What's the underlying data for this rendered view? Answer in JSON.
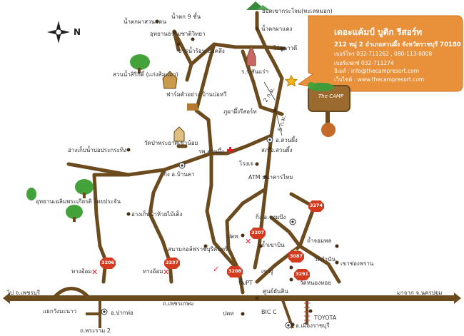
{
  "info_box": {
    "title": "เดอะแค้มป์ บูติก รีสอร์ท",
    "address": "212 หมู่ 2 อำเภอสวนผึ้ง  จังหวัดราชบุรี 70180",
    "phone": "เบอร์โทร 032-711262 , 080-113-8008",
    "fax": "เบอร์แฟกซ์ 032-711274",
    "email": "อีเมล์ : info@thecampresort.com",
    "website": "เว็บไซต์ : www.thecampresort.com",
    "sign_text": "The CAMP",
    "color": "#e8903a"
  },
  "compass": {
    "north": "N"
  },
  "places": {
    "kaeng_sodaeng": "น้ำตกผาสวนแดน",
    "mountain_top": "ยอดเขากระโจม(ทะเลหมอก)",
    "phachanthong": "น้ำตกผาแดง",
    "waterfall_9": "น้ำตก 9 ชั้น",
    "phuluangwan": "ไร่ภูนาวดี",
    "natl_park": "อุทยานธรรมชาติวิทยา",
    "hot_spring": "ธารน้ำร้อน บ่อคลึง",
    "hospital_area": "ร.ร.สันแร่ฯ",
    "suanphueng_park": "สวนน้ำสิริกิติ์ (แก่งส้มแมว)",
    "farm": "ฟาร์มตัวอย่าง บ้านบ่อหวี",
    "phuphaya": "ภูผาผึ้งรีสอร์ท",
    "wat": "วัดป่าพระธาตุเขาน้อย",
    "reservoir": "อ่างเก็บน้ำบ่อประกระทิง",
    "district_office": "อ.สวนผึ้ง",
    "hospital": "รพ.สวนผึ้ง",
    "police": "สภ.อ.สวนผึ้ง",
    "school": "โรงเจ",
    "branch_office": "กิ่ง อ.บ้านคา",
    "atm": "ATM ธนาคารไทย",
    "royal_park": "อุทยานเฉลิมพระเกียรติ ไทยประจัน",
    "chan_kong": "กิ่ง อ.จอมบึง",
    "reservoir2": "อ่างเก็บน้ำห้วยไม้เต็ง",
    "pattaya": "ปตท.",
    "khao_bin": "ถ้ำเขาบิน",
    "cave": "ถ้ำจอมพล",
    "golf": "สนามกอล์ฟราชบุรีคันทรี",
    "wat_kamnan": "วัดกำนัน",
    "wat_khaochongphran": "เขาช่องพราน",
    "koh_ya": "ทางอ้อม",
    "koh_ya2": "ทางอ้อม",
    "pt": "ปั๊มPT",
    "sawai": "เขางู",
    "center": "ศูนย์ยันสิน",
    "nong_hoi": "วัดหนองหอย",
    "bic_c": "BIC C",
    "toyota": "TOYOTA",
    "ptt2": "ปตท",
    "ratchaburi": "อ.เมืองราชบุรี",
    "pak_tho": "อ.ปากท่อ",
    "yaek": "แยกวังมะนาว",
    "road_petchkasem": "ถ.เพชรเกษม",
    "to_phetchaburi": "ไป จ.เพชรบุรี",
    "to_bangkok": "มาจาก จ.นครปฐม",
    "road_phraram2": "ถ.พระราม 2",
    "dist_2km": "2 ก.ม.",
    "dist_5km": "5 ก.ม."
  },
  "highways": {
    "h3206": "3206",
    "h3337": "3337",
    "h3208": "3208",
    "h3207": "3207",
    "h3087": "3087",
    "h3291": "3291",
    "h3274": "3274"
  }
}
